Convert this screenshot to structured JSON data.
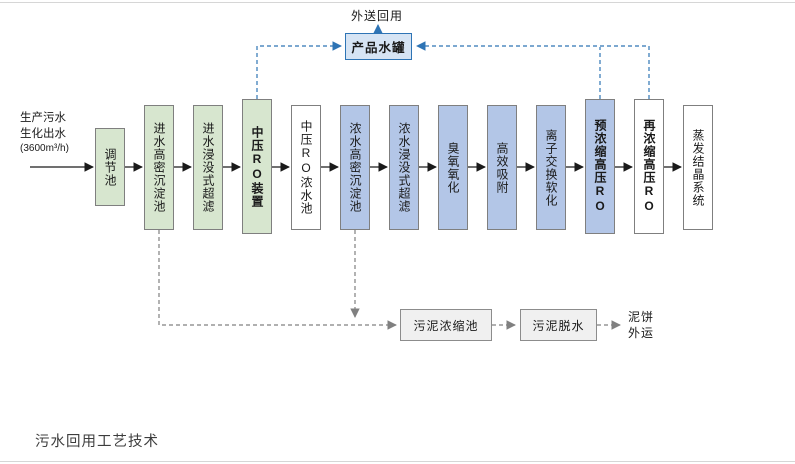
{
  "title_caption": "污水回用工艺技术",
  "influent": {
    "line1": "生产污水",
    "line2": "生化出水",
    "line3": "(3600m³/h)"
  },
  "top": {
    "reuse_label": "外送回用",
    "product_tank": "产品水罐"
  },
  "stages": [
    {
      "label": "调节池",
      "color": "green"
    },
    {
      "label": "进水高密沉淀池",
      "color": "green"
    },
    {
      "label": "进水浸没式超滤",
      "color": "green"
    },
    {
      "label": "中压RO装置",
      "color": "green",
      "bold": true
    },
    {
      "label": "中压RO浓水池",
      "color": "white"
    },
    {
      "label": "浓水高密沉淀池",
      "color": "blue"
    },
    {
      "label": "浓水浸没式超滤",
      "color": "blue"
    },
    {
      "label": "臭氧氧化",
      "color": "blue"
    },
    {
      "label": "高效吸附",
      "color": "blue"
    },
    {
      "label": "离子交换软化",
      "color": "blue"
    },
    {
      "label": "预浓缩高压RO",
      "color": "blue",
      "bold": true
    },
    {
      "label": "再浓缩高压RO",
      "color": "white",
      "bold": true
    },
    {
      "label": "蒸发结晶系统",
      "color": "white"
    }
  ],
  "sludge": {
    "thickener": "污泥浓缩池",
    "dewatering": "污泥脱水",
    "cake_line1": "泥饼",
    "cake_line2": "外运"
  },
  "colors": {
    "green_fill": "#d7e6cf",
    "blue_fill": "#b3c6e7",
    "white_fill": "#ffffff",
    "box_border": "#7f7f7f",
    "blue_line": "#2e74b5",
    "gray_line": "#808080",
    "flow_line": "#1a1a1a"
  }
}
